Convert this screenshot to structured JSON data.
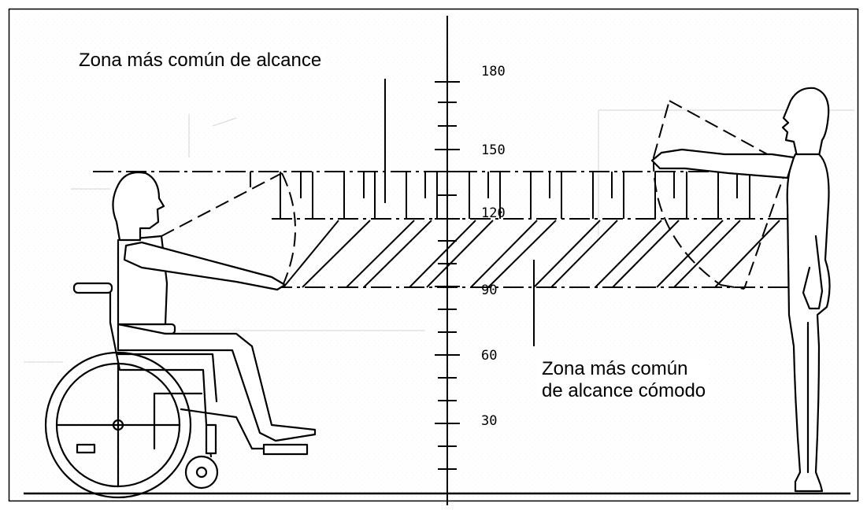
{
  "labels": {
    "top_zone": "Zona más común de alcance",
    "bottom_zone_line1": "Zona más común",
    "bottom_zone_line2": "de alcance cómodo"
  },
  "scale": {
    "ticks": [
      "180",
      "150",
      "120",
      "90",
      "60",
      "30"
    ]
  },
  "icons": {
    "wheelchair": "wheelchair-user-figure",
    "standing": "standing-person-figure"
  },
  "colors": {
    "line": "#000000",
    "background": "#ffffff",
    "frame": "#000000"
  }
}
